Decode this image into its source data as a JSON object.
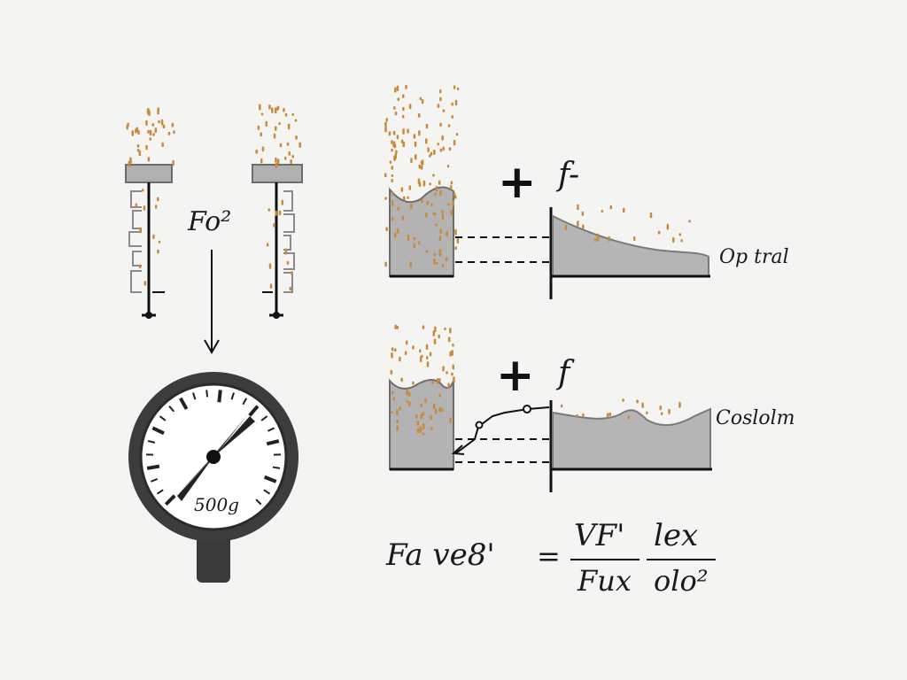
{
  "labels": {
    "fo2": "Fo²",
    "gauge_reading": "500g",
    "op_tral": "Op tral",
    "coslolm": "Coslolm",
    "f_top": "f-",
    "f_bottom": "f",
    "plus": "+"
  },
  "equation": {
    "left": "Fa  ve8'",
    "equals": "=",
    "frac1_num": "VF'",
    "frac1_den": "Fux",
    "frac2_num": "lex",
    "frac2_den": "olo²"
  },
  "colors": {
    "particle": "#c98a3a",
    "block": "#b5b5b5",
    "block_stroke": "#7a7a7a",
    "ink": "#111111",
    "gauge_ring": "#3c3c3c",
    "background": "#f4f4f2"
  }
}
